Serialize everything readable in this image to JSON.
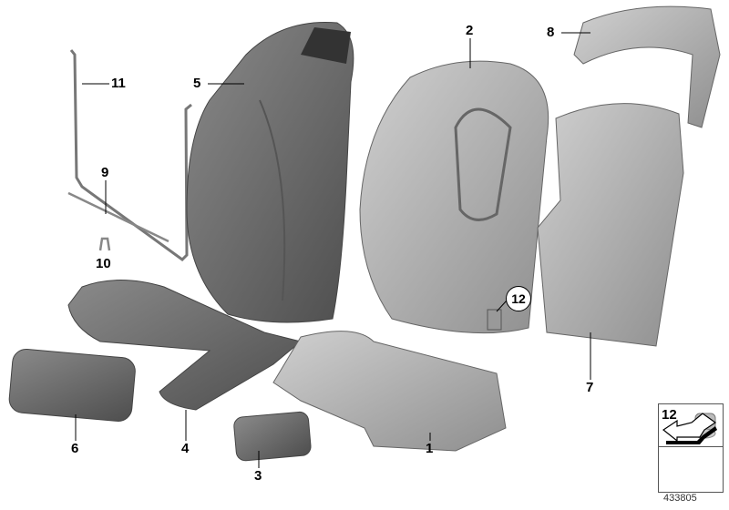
{
  "parts": [
    {
      "id": "1",
      "label": "1"
    },
    {
      "id": "2",
      "label": "2"
    },
    {
      "id": "3",
      "label": "3"
    },
    {
      "id": "4",
      "label": "4"
    },
    {
      "id": "5",
      "label": "5"
    },
    {
      "id": "6",
      "label": "6"
    },
    {
      "id": "7",
      "label": "7"
    },
    {
      "id": "8",
      "label": "8"
    },
    {
      "id": "9",
      "label": "9"
    },
    {
      "id": "10",
      "label": "10"
    },
    {
      "id": "11",
      "label": "11"
    },
    {
      "id": "12",
      "label": "12"
    }
  ],
  "legend": {
    "part_number": "12"
  },
  "diagram_number": "433805",
  "colors": {
    "upholstery": "#6e6e6e",
    "foam": "#a9a9a9",
    "leader": "#000000"
  }
}
